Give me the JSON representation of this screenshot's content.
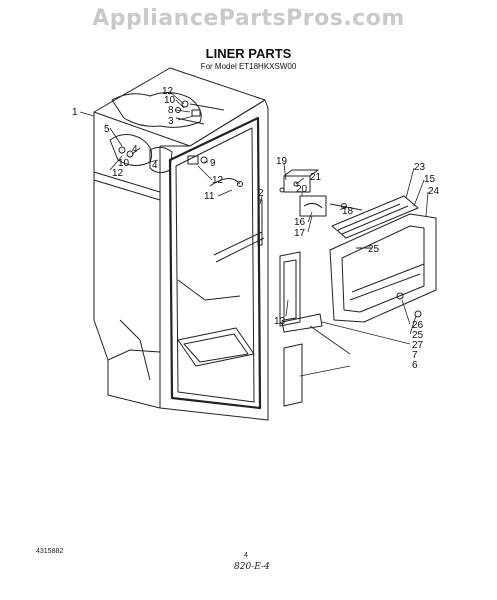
{
  "watermark": "AppliancePartsPros.com",
  "title": "LINER PARTS",
  "subtitle": "For Model ET18HKXSW00",
  "footer": {
    "doc_number": "4315882",
    "page": "4",
    "handwritten": "820-E-4"
  },
  "callouts": [
    {
      "id": "c1",
      "text": "1"
    },
    {
      "id": "c12a",
      "text": "12"
    },
    {
      "id": "c10a",
      "text": "10"
    },
    {
      "id": "c8",
      "text": "8"
    },
    {
      "id": "c3",
      "text": "3"
    },
    {
      "id": "c5",
      "text": "5"
    },
    {
      "id": "c4a",
      "text": "4"
    },
    {
      "id": "c10b",
      "text": "10"
    },
    {
      "id": "c12b",
      "text": "12"
    },
    {
      "id": "c4b",
      "text": "4"
    },
    {
      "id": "c9",
      "text": "9"
    },
    {
      "id": "c12c",
      "text": "12"
    },
    {
      "id": "c11",
      "text": "11"
    },
    {
      "id": "c2",
      "text": "2"
    },
    {
      "id": "c19",
      "text": "19"
    },
    {
      "id": "c21",
      "text": "21"
    },
    {
      "id": "c20",
      "text": "20"
    },
    {
      "id": "c18",
      "text": "18"
    },
    {
      "id": "c16",
      "text": "16"
    },
    {
      "id": "c17",
      "text": "17"
    },
    {
      "id": "c23",
      "text": "23"
    },
    {
      "id": "c15",
      "text": "15"
    },
    {
      "id": "c24",
      "text": "24"
    },
    {
      "id": "c25a",
      "text": "25"
    },
    {
      "id": "c13",
      "text": "13"
    },
    {
      "id": "c26",
      "text": "26"
    },
    {
      "id": "c25b",
      "text": "25"
    },
    {
      "id": "c27",
      "text": "27"
    },
    {
      "id": "c7",
      "text": "7"
    },
    {
      "id": "c6",
      "text": "6"
    }
  ]
}
